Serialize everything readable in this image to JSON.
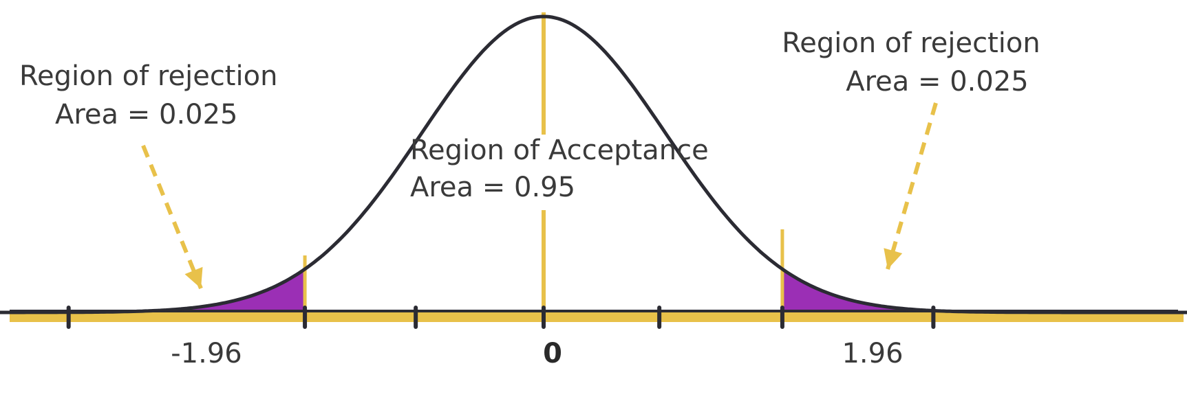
{
  "colors": {
    "curve": "#2b2b33",
    "axis": "#e8c14a",
    "tail_fill": "#9b2fb5",
    "text": "#3a3a3a"
  },
  "distribution": {
    "type": "standard-normal",
    "critical_values": [
      -1.96,
      1.96
    ],
    "center_value": 0
  },
  "labels": {
    "left_region": "Region of rejection",
    "left_area": "Area = 0.025",
    "right_region": "Region of rejection",
    "right_area": "Area = 0.025",
    "center_region": "Region of Acceptance",
    "center_area": "Area = 0.95"
  },
  "tick_labels": {
    "left": "-1.96",
    "center": "0",
    "right": "1.96"
  }
}
